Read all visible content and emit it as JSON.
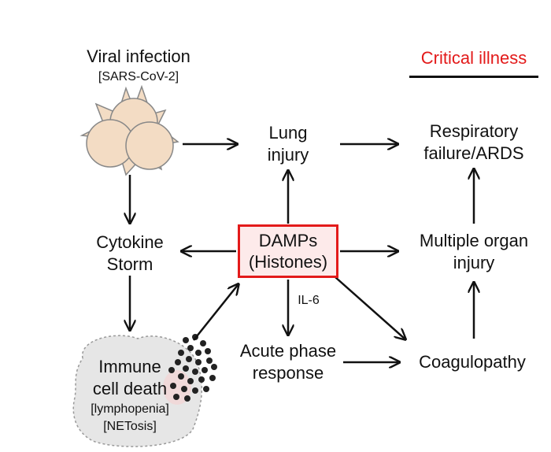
{
  "labels": {
    "viral_infection": "Viral infection",
    "sars": "[SARS-CoV-2]",
    "critical_illness": "Critical illness",
    "lung_injury_1": "Lung",
    "lung_injury_2": "injury",
    "resp_failure_1": "Respiratory",
    "resp_failure_2": "failure/ARDS",
    "cytokine_1": "Cytokine",
    "cytokine_2": "Storm",
    "damps_1": "DAMPs",
    "damps_2": "(Histones)",
    "multi_organ_1": "Multiple organ",
    "multi_organ_2": "injury",
    "il6": "IL-6",
    "acute_phase_1": "Acute phase",
    "acute_phase_2": "response",
    "coagulopathy": "Coagulopathy",
    "immune_1": "Immune",
    "immune_2": "cell death",
    "lymphopenia": "[lymphopenia]",
    "netosis": "[NETosis]"
  },
  "colors": {
    "accent": "#e31a1a",
    "box_fill": "#fdeaea",
    "virus_fill": "#f3dcc4",
    "cell_fill": "#e6e6e6",
    "dots": "#222222"
  }
}
